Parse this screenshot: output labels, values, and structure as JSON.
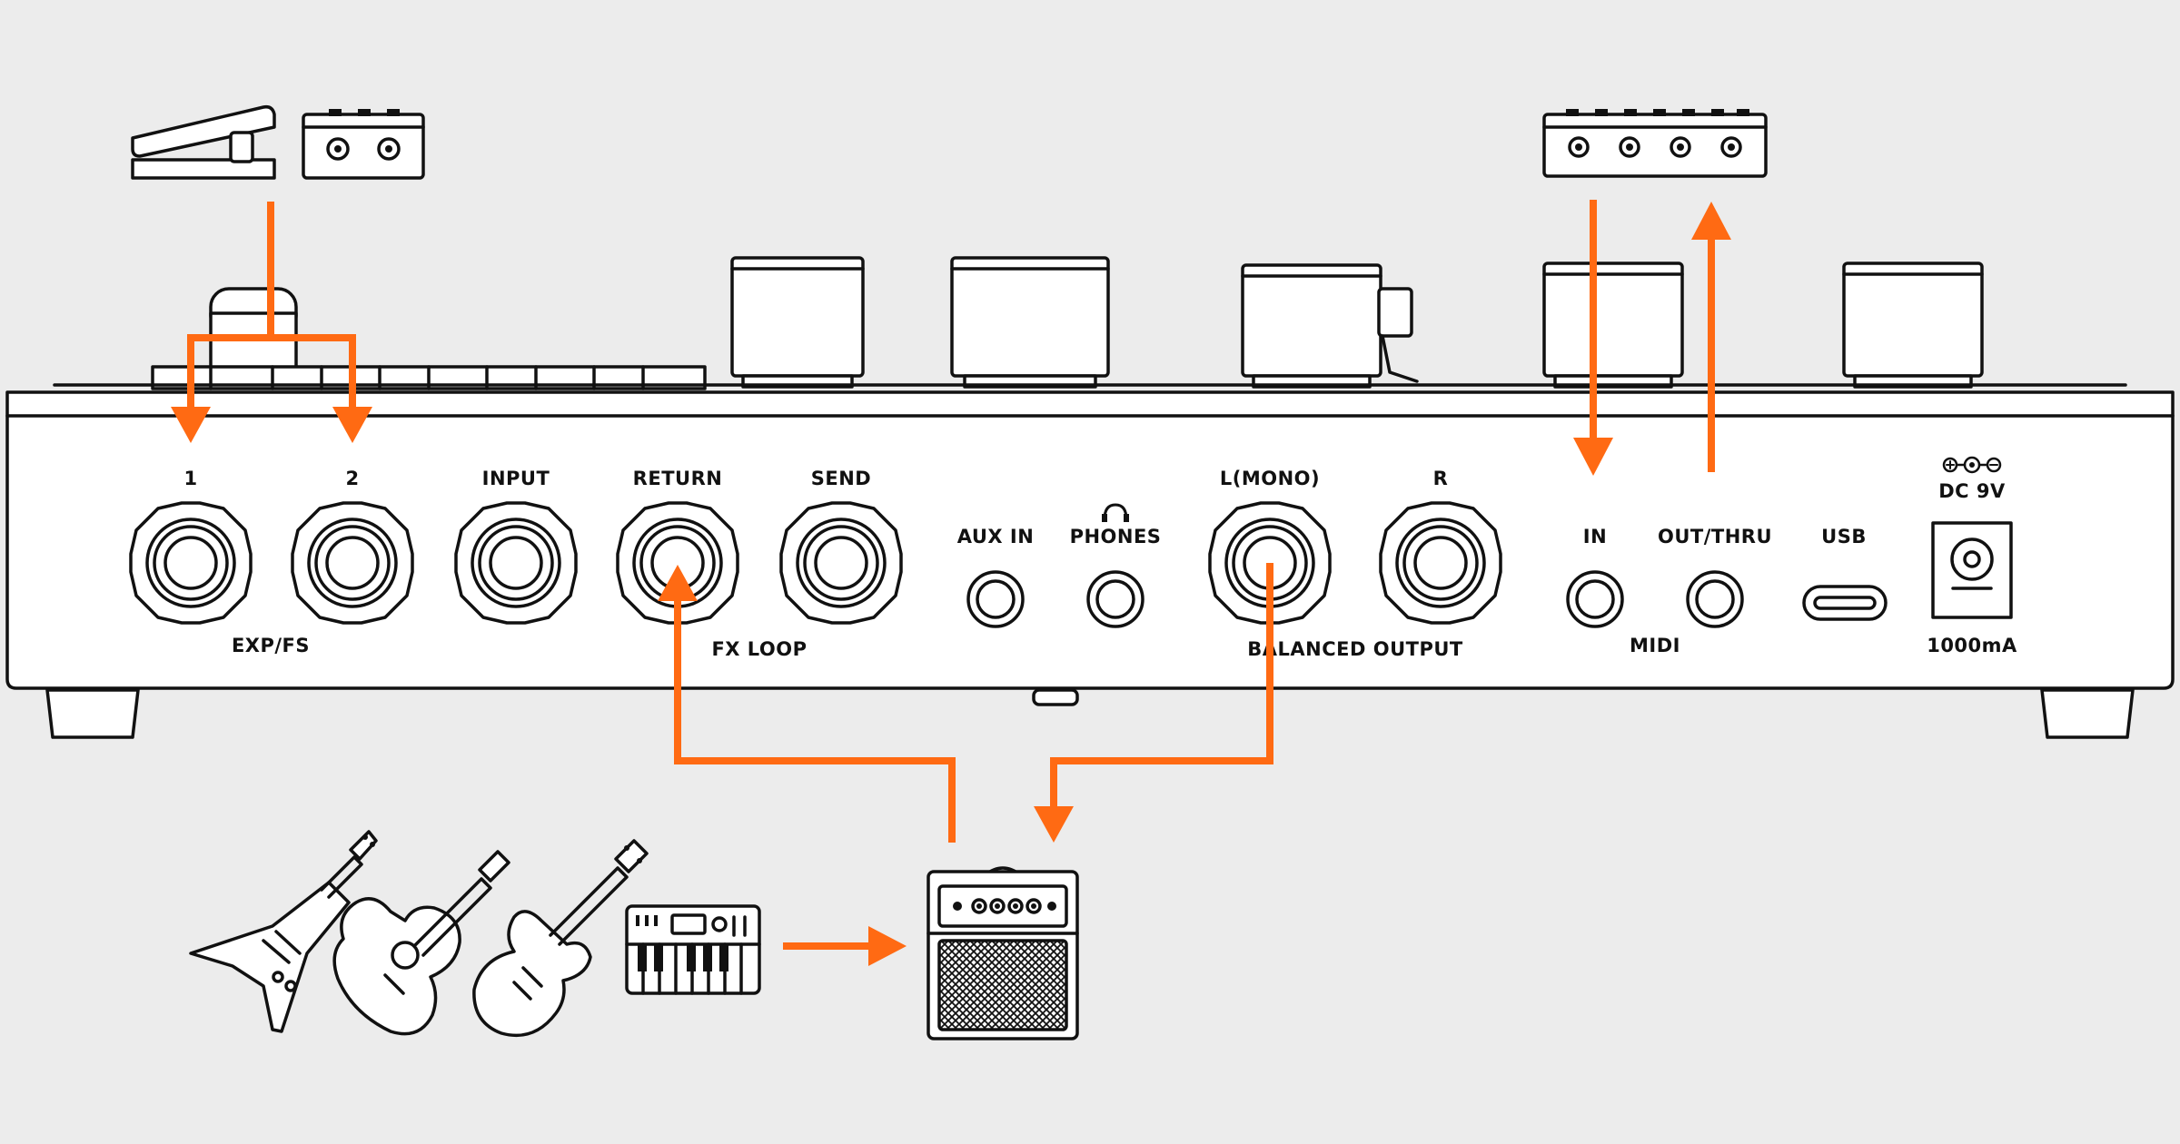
{
  "labels": {
    "exp_1": "1",
    "exp_2": "2",
    "input": "INPUT",
    "return": "RETURN",
    "send": "SEND",
    "aux_in": "AUX IN",
    "phones": "PHONES",
    "l_mono": "L(MONO)",
    "r": "R",
    "midi_in": "IN",
    "midi_out_thru": "OUT/THRU",
    "usb": "USB",
    "dc": "DC 9V",
    "exp_fs": "EXP/FS",
    "fx_loop": "FX LOOP",
    "balanced_output": "BALANCED OUTPUT",
    "midi": "MIDI",
    "current": "1000mA"
  },
  "colors": {
    "accent": "#ff6a13",
    "line": "#111111",
    "background": "#ececec"
  },
  "icons": [
    "expression-pedal-icon",
    "footswitch-icon",
    "midi-controller-icon",
    "flying-v-guitar-icon",
    "acoustic-guitar-icon",
    "bass-guitar-icon",
    "keyboard-synth-icon",
    "amplifier-icon",
    "phones-icon",
    "dc-polarity-icon"
  ]
}
